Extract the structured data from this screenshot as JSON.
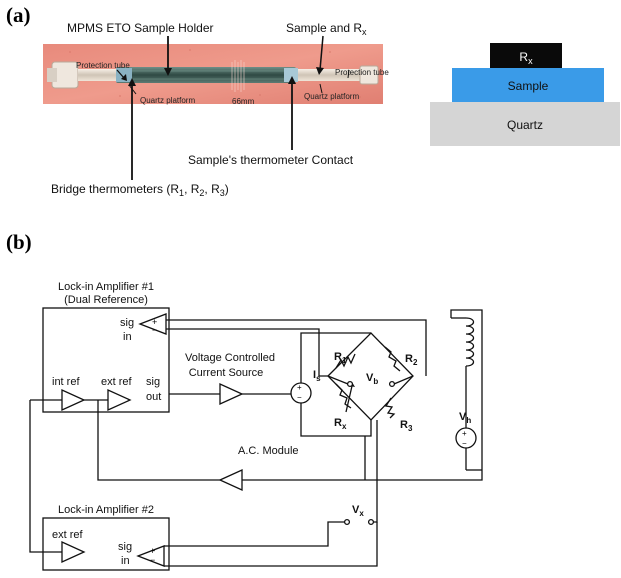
{
  "panel_a": {
    "label": "(a)",
    "photo": {
      "holder_title": "MPMS ETO Sample Holder",
      "sample_and_rx": "Sample and R",
      "sample_and_rx_sub": "x",
      "protection_tube_left": "Protection tube",
      "protection_tube_right": "Protection tube",
      "quartz_platform_left": "Quartz platform",
      "quartz_platform_right": "Quartz platform",
      "scale_text": "66mm",
      "sample_thermometer_contact": "Sample's thermometer Contact",
      "bridge_thermometers": {
        "pre": "Bridge thermometers (R",
        "s1": "1",
        "mid1": ", R",
        "s2": "2",
        "mid2": ", R",
        "s3": "3",
        "post": ")"
      }
    },
    "stack": {
      "rx_main": "R",
      "rx_sub": "x",
      "sample": "Sample",
      "quartz": "Quartz",
      "colors": {
        "rx": "#0a0a0a",
        "sample": "#3a9be8",
        "quartz": "#d5d5d5"
      }
    }
  },
  "panel_b": {
    "label": "(b)",
    "lockin1": {
      "title": "Lock-in Amplifier #1",
      "subtitle": "(Dual Reference)"
    },
    "lockin2": {
      "title": "Lock-in Amplifier #2"
    },
    "ports": {
      "sig": "sig",
      "in": "in",
      "out": "out",
      "int_ref": "int ref",
      "ext_ref": "ext ref"
    },
    "vccs": {
      "line1": "Voltage Controlled",
      "line2": "Current Source"
    },
    "ac_module": "A.C. Module",
    "labels": {
      "is_main": "I",
      "is_sub": "s",
      "r1_main": "R",
      "r1_sub": "1",
      "r2_main": "R",
      "r2_sub": "2",
      "r3_main": "R",
      "r3_sub": "3",
      "rx_main": "R",
      "rx_sub": "x",
      "vb_main": "V",
      "vb_sub": "b",
      "vh_main": "V",
      "vh_sub": "h",
      "vx_main": "V",
      "vx_sub": "x"
    }
  }
}
